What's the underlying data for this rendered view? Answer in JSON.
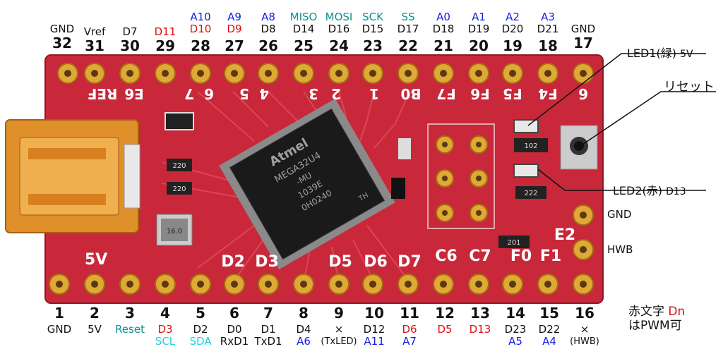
{
  "top_pins": [
    {
      "num": "32",
      "lines": [
        {
          "t": "GND",
          "c": "black"
        }
      ]
    },
    {
      "num": "31",
      "lines": [
        {
          "t": "Vref",
          "c": "black"
        }
      ]
    },
    {
      "num": "30",
      "lines": [
        {
          "t": "D7",
          "c": "black"
        }
      ]
    },
    {
      "num": "29",
      "lines": [
        {
          "t": "D11",
          "c": "red"
        }
      ]
    },
    {
      "num": "28",
      "lines": [
        {
          "t": "A10",
          "c": "blue"
        },
        {
          "t": "D10",
          "c": "red"
        }
      ]
    },
    {
      "num": "27",
      "lines": [
        {
          "t": "A9",
          "c": "blue"
        },
        {
          "t": "D9",
          "c": "red"
        }
      ]
    },
    {
      "num": "26",
      "lines": [
        {
          "t": "A8",
          "c": "blue"
        },
        {
          "t": "D8",
          "c": "black"
        }
      ]
    },
    {
      "num": "25",
      "lines": [
        {
          "t": "MISO",
          "c": "teal"
        },
        {
          "t": "D14",
          "c": "black"
        }
      ]
    },
    {
      "num": "24",
      "lines": [
        {
          "t": "MOSI",
          "c": "teal"
        },
        {
          "t": "D16",
          "c": "black"
        }
      ]
    },
    {
      "num": "23",
      "lines": [
        {
          "t": "SCK",
          "c": "teal"
        },
        {
          "t": "D15",
          "c": "black"
        }
      ]
    },
    {
      "num": "22",
      "lines": [
        {
          "t": "SS",
          "c": "teal"
        },
        {
          "t": "D17",
          "c": "black"
        }
      ]
    },
    {
      "num": "21",
      "lines": [
        {
          "t": "A0",
          "c": "blue"
        },
        {
          "t": "D18",
          "c": "black"
        }
      ]
    },
    {
      "num": "20",
      "lines": [
        {
          "t": "A1",
          "c": "blue"
        },
        {
          "t": "D19",
          "c": "black"
        }
      ]
    },
    {
      "num": "19",
      "lines": [
        {
          "t": "A2",
          "c": "blue"
        },
        {
          "t": "D20",
          "c": "black"
        }
      ]
    },
    {
      "num": "18",
      "lines": [
        {
          "t": "A3",
          "c": "blue"
        },
        {
          "t": "D21",
          "c": "black"
        }
      ]
    },
    {
      "num": "17",
      "lines": [
        {
          "t": "GND",
          "c": "black"
        }
      ]
    }
  ],
  "bottom_pins": [
    {
      "num": "1",
      "lines": [
        {
          "t": "GND",
          "c": "black"
        }
      ]
    },
    {
      "num": "2",
      "lines": [
        {
          "t": "5V",
          "c": "black"
        }
      ]
    },
    {
      "num": "3",
      "lines": [
        {
          "t": "Reset",
          "c": "teal"
        }
      ]
    },
    {
      "num": "4",
      "lines": [
        {
          "t": "D3",
          "c": "red"
        },
        {
          "t": "SCL",
          "c": "cyan"
        }
      ]
    },
    {
      "num": "5",
      "lines": [
        {
          "t": "D2",
          "c": "black"
        },
        {
          "t": "SDA",
          "c": "cyan"
        }
      ]
    },
    {
      "num": "6",
      "lines": [
        {
          "t": "D0",
          "c": "black"
        },
        {
          "t": "RxD1",
          "c": "black"
        }
      ]
    },
    {
      "num": "7",
      "lines": [
        {
          "t": "D1",
          "c": "black"
        },
        {
          "t": "TxD1",
          "c": "black"
        }
      ]
    },
    {
      "num": "8",
      "lines": [
        {
          "t": "D4",
          "c": "black"
        },
        {
          "t": "A6",
          "c": "blue"
        }
      ]
    },
    {
      "num": "9",
      "lines": [
        {
          "t": "×",
          "c": "black"
        },
        {
          "t": "(TxLED)",
          "c": "black"
        }
      ]
    },
    {
      "num": "10",
      "lines": [
        {
          "t": "D12",
          "c": "black"
        },
        {
          "t": "A11",
          "c": "blue"
        }
      ]
    },
    {
      "num": "11",
      "lines": [
        {
          "t": "D6",
          "c": "red"
        },
        {
          "t": "A7",
          "c": "blue"
        }
      ]
    },
    {
      "num": "12",
      "lines": [
        {
          "t": "D5",
          "c": "red"
        }
      ]
    },
    {
      "num": "13",
      "lines": [
        {
          "t": "D13",
          "c": "red"
        }
      ]
    },
    {
      "num": "14",
      "lines": [
        {
          "t": "D23",
          "c": "black"
        },
        {
          "t": "A5",
          "c": "blue"
        }
      ]
    },
    {
      "num": "15",
      "lines": [
        {
          "t": "D22",
          "c": "black"
        },
        {
          "t": "A4",
          "c": "blue"
        }
      ]
    },
    {
      "num": "16",
      "lines": [
        {
          "t": "×",
          "c": "black"
        },
        {
          "t": "(HWB)",
          "c": "black"
        }
      ]
    }
  ],
  "callouts": {
    "led1_main": "LED1(緑)",
    "led1_volt": "5V",
    "reset": "リセット",
    "led2_main": "LED2(赤)",
    "led2_pin": "D13",
    "gnd": "GND",
    "hwb": "HWB"
  },
  "legend": {
    "line1_prefix": "赤文字 ",
    "line1_red": "Dn",
    "line2": "はPWM可"
  },
  "silk": {
    "top_row": [
      "E6",
      "REF",
      "6",
      "7",
      "4",
      "5",
      "2",
      "3",
      "1",
      "B0",
      "F7",
      "F6",
      "F5",
      "F4",
      "6"
    ],
    "bottom_row": [
      "D2",
      "D3",
      "D5",
      "D6",
      "D7",
      "C6",
      "C7",
      "F0",
      "F1",
      "E2",
      "5V"
    ],
    "chip_lines": [
      "Atmel",
      "MEGA32U4",
      "-MU",
      "1039E",
      "0H0240",
      "TH"
    ],
    "resistors": [
      "220",
      "220",
      "102",
      "222",
      "201",
      "16.0"
    ]
  },
  "colors": {
    "pcb": "#c8283a",
    "pad": "#e0a834",
    "usb": "#e0902a"
  }
}
